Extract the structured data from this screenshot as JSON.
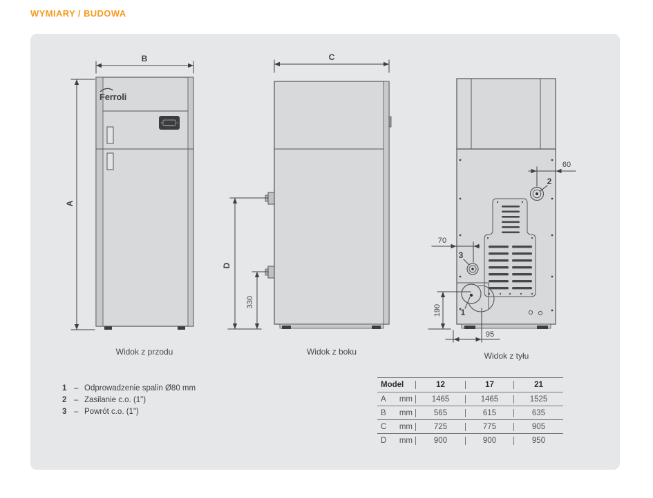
{
  "title": "WYMIARY / BUDOWA",
  "brand": {
    "logo": "Ferroli"
  },
  "colors": {
    "accent_orange": "#f49b20",
    "panel_bg": "#e6e7e9",
    "line_gray": "#55565a"
  },
  "views": {
    "front": {
      "caption": "Widok z przodu",
      "dim_a": "A",
      "dim_b": "B"
    },
    "side": {
      "caption": "Widok z boku",
      "dim_c": "C",
      "dim_d": "D",
      "dim_330": "330"
    },
    "rear": {
      "caption": "Widok z tyłu",
      "dim_60": "60",
      "dim_70": "70",
      "dim_190": "190",
      "dim_95": "95",
      "marker_1": "1",
      "marker_2": "2",
      "marker_3": "3"
    }
  },
  "legend": {
    "items": [
      {
        "num": "1",
        "sep": "–",
        "text": "Odprowadzenie spalin Ø80 mm"
      },
      {
        "num": "2",
        "sep": "–",
        "text": "Zasilanie c.o. (1\")"
      },
      {
        "num": "3",
        "sep": "–",
        "text": "Powrót c.o. (1\")"
      }
    ]
  },
  "table": {
    "header": {
      "model": "Model",
      "cols": [
        "12",
        "17",
        "21"
      ]
    },
    "rows": [
      {
        "dim": "A",
        "unit": "mm",
        "values": [
          "1465",
          "1465",
          "1525"
        ]
      },
      {
        "dim": "B",
        "unit": "mm",
        "values": [
          "565",
          "615",
          "635"
        ]
      },
      {
        "dim": "C",
        "unit": "mm",
        "values": [
          "725",
          "775",
          "905"
        ]
      },
      {
        "dim": "D",
        "unit": "mm",
        "values": [
          "900",
          "900",
          "950"
        ]
      }
    ]
  }
}
